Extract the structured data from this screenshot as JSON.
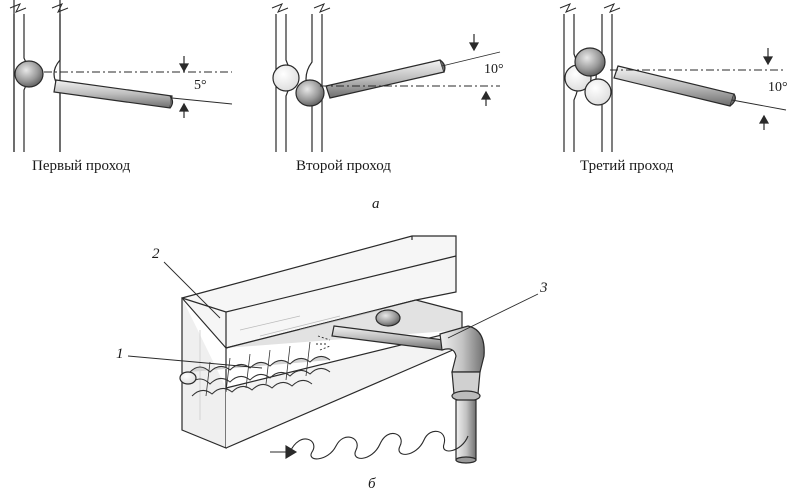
{
  "part_a": {
    "label": "а",
    "passes": [
      {
        "caption": "Первый проход",
        "angle": "5°"
      },
      {
        "caption": "Второй проход",
        "angle": "10°"
      },
      {
        "caption": "Третий проход",
        "angle": "10°"
      }
    ]
  },
  "part_b": {
    "label": "б",
    "callouts": [
      "1",
      "2",
      "3"
    ]
  },
  "colors": {
    "line": "#2a2a2a",
    "fill_light": "#f2f2f2",
    "fill_mid": "#d8d8d8",
    "fill_dark": "#9a9a9a"
  }
}
